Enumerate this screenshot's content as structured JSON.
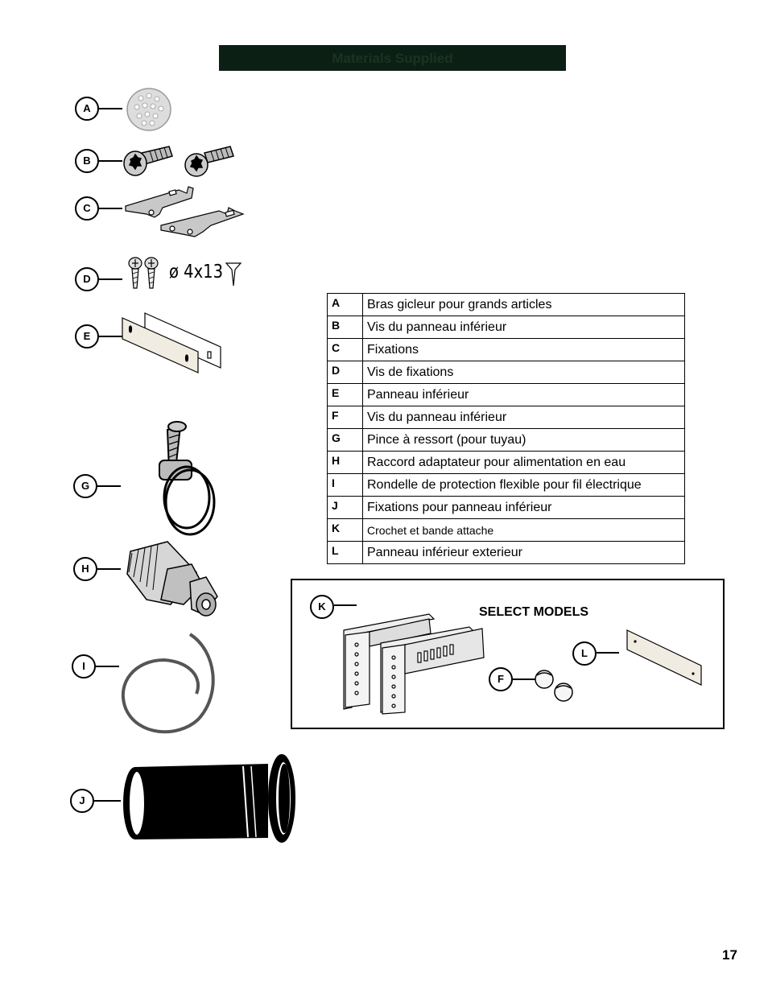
{
  "header": {
    "title": "Materials Supplied"
  },
  "callouts": [
    "A",
    "B",
    "C",
    "D",
    "E",
    "G",
    "H",
    "I",
    "J"
  ],
  "screw_spec": "ø 4x13",
  "parts_table": [
    {
      "letter": "A",
      "desc": "Bras gicleur pour grands articles"
    },
    {
      "letter": "B",
      "desc": "Vis du panneau inférieur"
    },
    {
      "letter": "C",
      "desc": "Fixations"
    },
    {
      "letter": "D",
      "desc": "Vis de fixations"
    },
    {
      "letter": "E",
      "desc": "Panneau inférieur"
    },
    {
      "letter": "F",
      "desc": "Vis du panneau inférieur"
    },
    {
      "letter": "G",
      "desc": "Pince à ressort (pour tuyau)"
    },
    {
      "letter": "H",
      "desc": "Raccord adaptateur pour alimentation en eau"
    },
    {
      "letter": "I",
      "desc": "Rondelle de protection flexible pour fil électrique"
    },
    {
      "letter": "J",
      "desc": "Fixations pour panneau inférieur"
    },
    {
      "letter": "K",
      "desc": "Crochet et bande attache"
    },
    {
      "letter": "L",
      "desc": "Panneau inférieur exterieur"
    }
  ],
  "select_models": {
    "title": "SELECT MODELS",
    "callouts": [
      "K",
      "F",
      "L"
    ]
  },
  "page_number": "17"
}
